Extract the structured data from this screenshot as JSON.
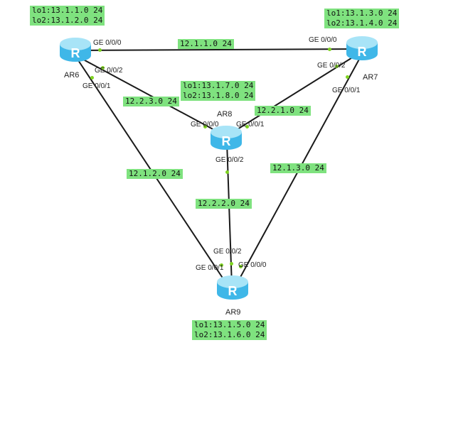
{
  "routers": [
    {
      "id": "AR6",
      "name": "AR6",
      "lo1": "lo1:13.1.1.0 24",
      "lo2": "lo2:13.1.2.0 24"
    },
    {
      "id": "AR7",
      "name": "AR7",
      "lo1": "lo1:13.1.3.0 24",
      "lo2": "lo2:13.1.4.0 24"
    },
    {
      "id": "AR8",
      "name": "AR8",
      "lo1": "lo1:13.1.7.0 24",
      "lo2": "lo2:13.1.8.0 24"
    },
    {
      "id": "AR9",
      "name": "AR9",
      "lo1": "lo1:13.1.5.0 24",
      "lo2": "lo2:13.1.6.0 24"
    }
  ],
  "links": [
    {
      "from": "AR6",
      "to": "AR7",
      "network": "12.1.1.0 24",
      "from_if": "GE 0/0/0",
      "to_if": "GE 0/0/0"
    },
    {
      "from": "AR6",
      "to": "AR8",
      "network": "12.2.3.0 24",
      "from_if": "GE 0/0/2",
      "to_if": "GE 0/0/0"
    },
    {
      "from": "AR7",
      "to": "AR8",
      "network": "12.2.1.0 24",
      "from_if": "GE 0/0/2",
      "to_if": "GE 0/0/1"
    },
    {
      "from": "AR6",
      "to": "AR9",
      "network": "12.1.2.0 24",
      "from_if": "GE 0/0/1",
      "to_if": "GE 0/0/1"
    },
    {
      "from": "AR7",
      "to": "AR9",
      "network": "12.1.3.0 24",
      "from_if": "GE 0/0/1",
      "to_if": "GE 0/0/0"
    },
    {
      "from": "AR8",
      "to": "AR9",
      "network": "12.2.2.0 24",
      "from_if": "GE 0/0/2",
      "to_if": "GE 0/0/2"
    }
  ],
  "colors": {
    "link": "#1a1a1a",
    "label_bg": "#7fe27f",
    "port_dot": "#7ed321",
    "router_top": "#a8e4f7",
    "router_side": "#3fb7e8"
  }
}
